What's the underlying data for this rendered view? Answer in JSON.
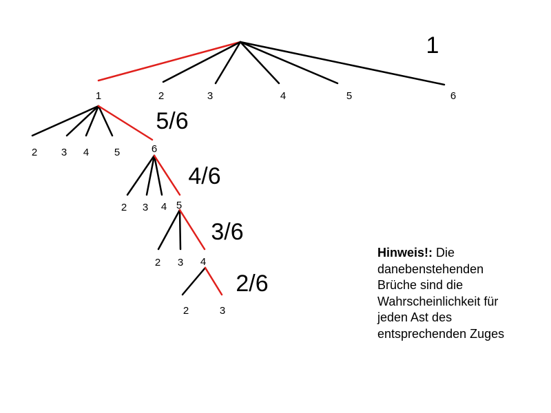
{
  "colors": {
    "branch": "#000000",
    "path": "#e0201c"
  },
  "top_probability": "1",
  "levels": [
    {
      "labels": [
        "1",
        "2",
        "3",
        "4",
        "5",
        "6"
      ],
      "fraction": ""
    },
    {
      "labels": [
        "2",
        "3",
        "4",
        "5",
        "6"
      ],
      "fraction": "5/6"
    },
    {
      "labels": [
        "2",
        "3",
        "4",
        "5"
      ],
      "fraction": "4/6"
    },
    {
      "labels": [
        "2",
        "3",
        "4"
      ],
      "fraction": "3/6"
    },
    {
      "labels": [
        "2",
        "3"
      ],
      "fraction": "2/6"
    }
  ],
  "hint": {
    "title": "Hinweis!:",
    "text": "Die danebenstehenden Brüche sind die Wahrscheinlichkeit für jeden Ast des entsprechenden Zuges"
  }
}
